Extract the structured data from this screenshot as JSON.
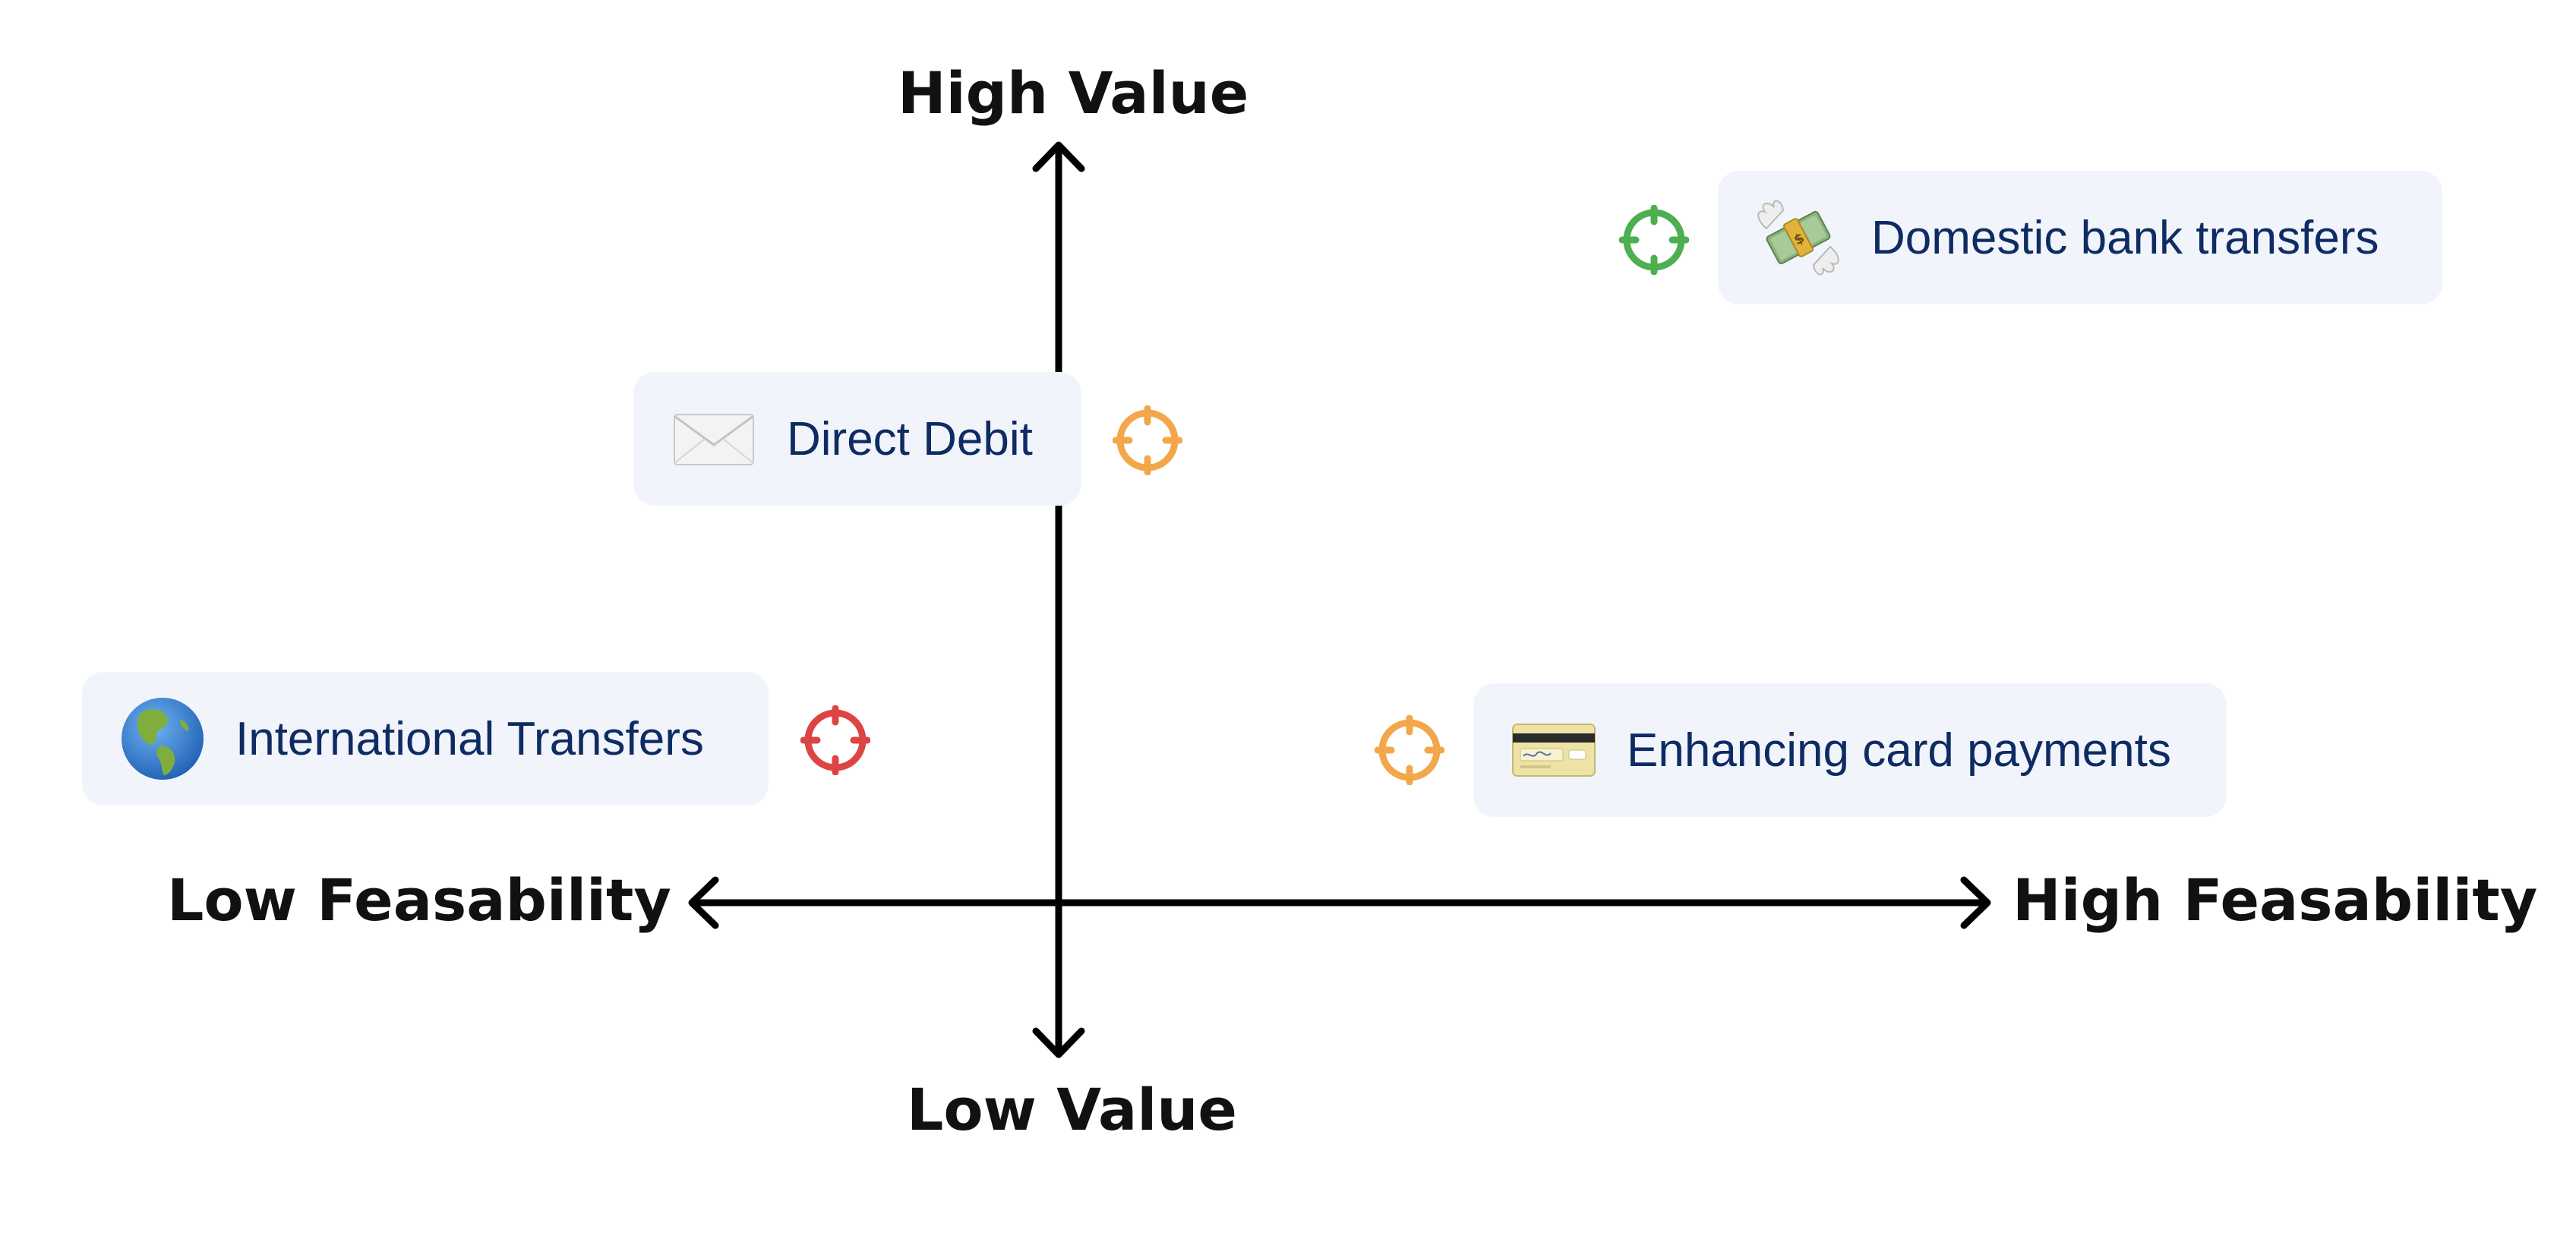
{
  "axes": {
    "top": "High Value",
    "bottom": "Low Value",
    "left": "Low Feasability",
    "right": "High Feasability"
  },
  "items": [
    {
      "label": "Domestic bank transfers",
      "icon": "money-with-wings-icon",
      "status_color": "#4caf50"
    },
    {
      "label": "Direct Debit",
      "icon": "envelope-icon",
      "status_color": "#f4a64a"
    },
    {
      "label": "International Transfers",
      "icon": "globe-americas-icon",
      "status_color": "#dc4544"
    },
    {
      "label": "Enhancing card payments",
      "icon": "credit-card-icon",
      "status_color": "#f4a64a"
    }
  ],
  "colors": {
    "axis": "#000000",
    "card_background": "#f1f5fb",
    "card_text": "#0f2b63"
  }
}
